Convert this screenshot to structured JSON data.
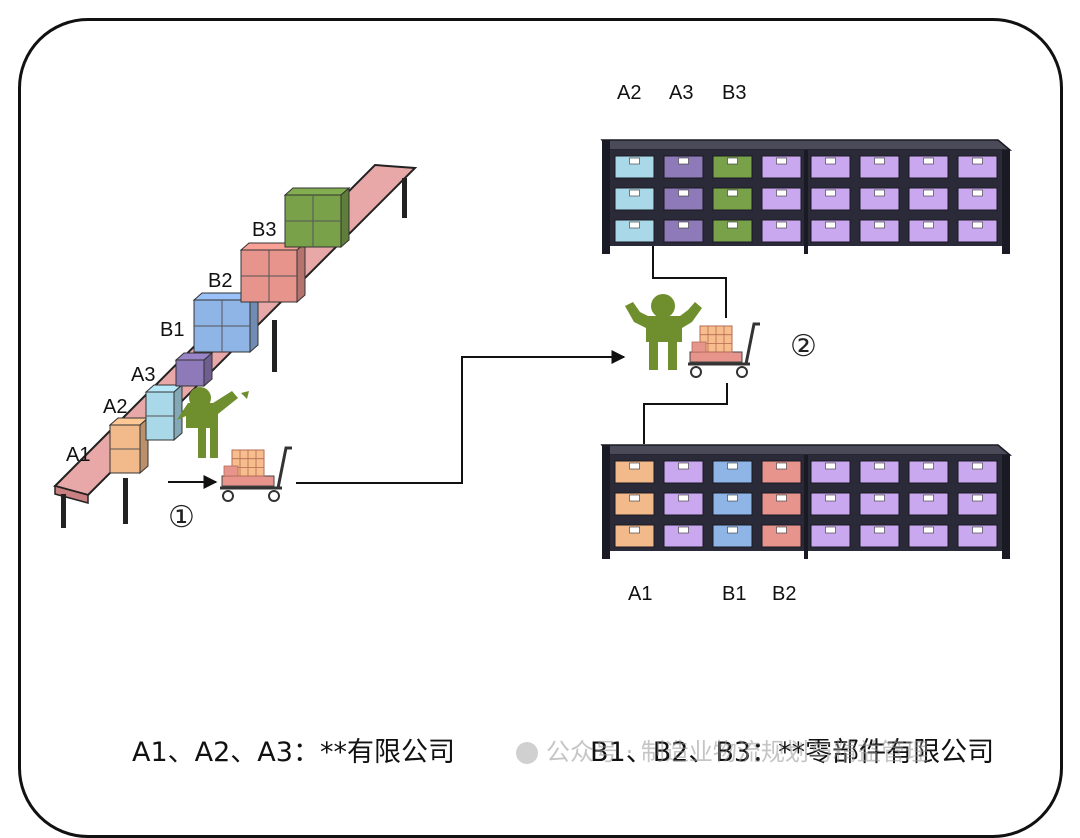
{
  "conveyor_labels": [
    "A1",
    "A2",
    "A3",
    "B1",
    "B2",
    "B3"
  ],
  "upper_rack_labels": [
    "A2",
    "A3",
    "B3"
  ],
  "lower_rack_labels": [
    "A1",
    "B1",
    "B2"
  ],
  "steps": [
    "①",
    "②"
  ],
  "legend": {
    "group_a": "A1、A2、A3：**有限公司",
    "group_b": "B1、B2、B3：**零部件有限公司"
  },
  "watermark": "公众号 · 制造业物流规划与精益管理",
  "colors": {
    "conveyor": "#e8a8a8",
    "person": "#6f8f2e",
    "rack_frame": "#2a2a38",
    "bin_default": "#c9a8f0",
    "A1": "#f2b98a",
    "A2": "#a9d8e8",
    "A3": "#8e7ab8",
    "B1": "#8fb4e6",
    "B2": "#e7948c",
    "B3": "#79a14a"
  },
  "icons": [
    "person-icon",
    "cart-icon",
    "arrow-icon"
  ]
}
